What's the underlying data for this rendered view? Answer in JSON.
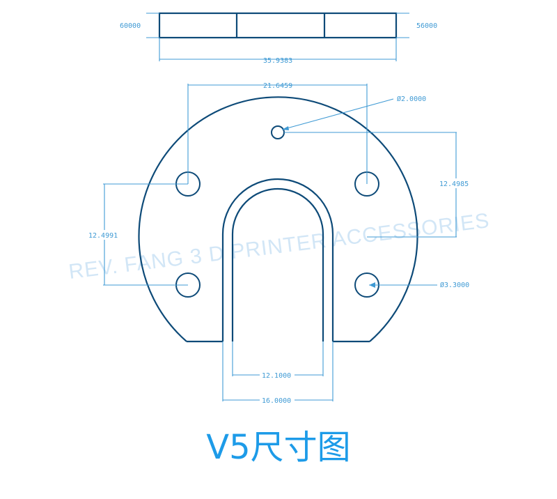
{
  "caption": "V5尺寸图",
  "watermark": "REV. FANG 3 D PRINTER ACCESSORIES",
  "colors": {
    "outline": "#0d4a78",
    "dimension": "#3f9ad4",
    "caption": "#1d9be8",
    "watermark": "#c3def4"
  },
  "dimensions": {
    "side_left": "60000",
    "side_right": "56000",
    "side_width": "35.9383",
    "hole_spacing_top": "21.6459",
    "center_hole_dia": "Ø2.0000",
    "right_vertical": "12.4985",
    "left_vertical": "12.4991",
    "mount_hole_dia": "Ø3.3000",
    "slot_inner": "12.1000",
    "slot_outer": "16.0000"
  }
}
